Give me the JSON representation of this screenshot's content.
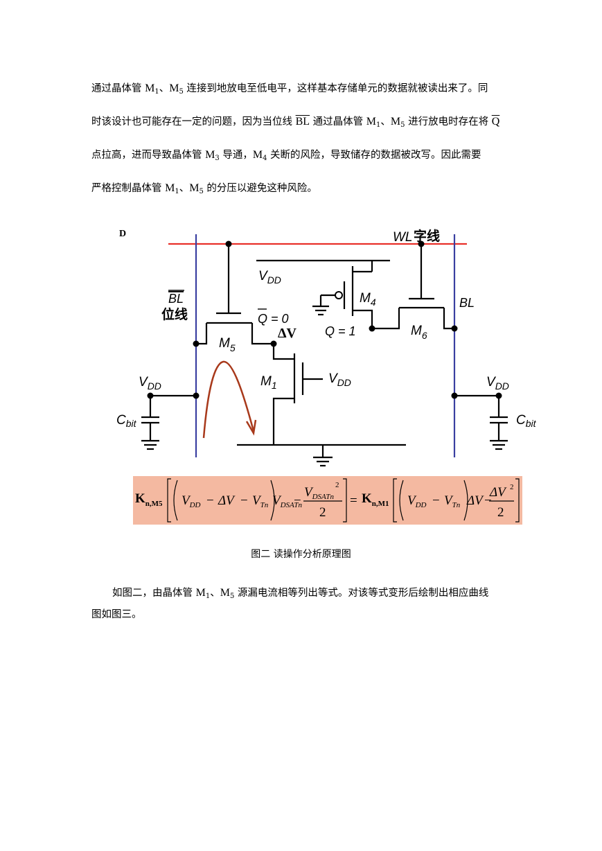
{
  "paragraph1": {
    "line1": [
      "通过晶体管 ",
      "M",
      "1",
      "、",
      "M",
      "5",
      " 连接到地放电至低电平，这样基本存储单元的数据就被读出来了。同"
    ],
    "line2": [
      "时该设计也可能存在一定的问题，因为当位线 ",
      "BL",
      " 通过晶体管 ",
      "M",
      "1",
      "、",
      "M",
      "5",
      " 进行放电时存在将 ",
      "Q"
    ],
    "line3": [
      "点拉高，进而导致晶体管 ",
      "M",
      "3",
      "  导通，",
      "M",
      "4",
      "  关断的风险，导致储存的数据被改写。因此需要"
    ],
    "line4": [
      "严格控制晶体管 ",
      "M",
      "1",
      "、",
      "M",
      "5",
      " 的分压以避免这种风险。"
    ]
  },
  "figure": {
    "corner_label": "D",
    "wordline": "WL",
    "wordline_cn": "字线",
    "bitline_bar": "BL",
    "bitline_cn": "位线",
    "bitline": "BL",
    "vdd_top": "V",
    "vdd_sub": "DD",
    "m4": "M",
    "m4_sub": "4",
    "m5": "M",
    "m5_sub": "5",
    "m6": "M",
    "m6_sub": "6",
    "m1": "M",
    "m1_sub": "1",
    "qbar": "Q = 0",
    "q": "Q = 1",
    "delta_v": "ΔV",
    "vdd_left": "V",
    "vdd_left_sub": "DD",
    "vdd_right": "V",
    "vdd_right_sub": "DD",
    "vdd_gate": "V",
    "vdd_gate_sub": "DD",
    "cbit_left": "C",
    "cbit_left_sub": "bit",
    "cbit_right": "C",
    "cbit_right_sub": "bit",
    "colors": {
      "wordline": "#e8302a",
      "bitline": "#3a3fa0",
      "arrow": "#a8391b",
      "formula_bg": "#f4b9a1"
    }
  },
  "formula": {
    "k_left": "K",
    "k_left_sub": "n,M5",
    "k_right": "K",
    "k_right_sub": "n,M1",
    "lhs_v1": "V",
    "lhs_v1_sub": "DD",
    "lhs_minus1": "−",
    "lhs_dv": "ΔV",
    "lhs_minus2": "−",
    "lhs_v2": "V",
    "lhs_v2_sub": "Tn",
    "lhs_v3": "V",
    "lhs_v3_sub": "DSATn",
    "lhs_minus3": "−",
    "frac_num": "V",
    "frac_num_sub": "DSATn",
    "frac_num_sup": "2",
    "frac_den": "2",
    "equals": "=",
    "rhs_v1": "V",
    "rhs_v1_sub": "DD",
    "rhs_minus1": "−",
    "rhs_v2": "V",
    "rhs_v2_sub": "Tn",
    "rhs_dv": "ΔV",
    "rhs_minus2": "−",
    "rhs_frac_num": "ΔV",
    "rhs_frac_num_sup": "2",
    "rhs_frac_den": "2"
  },
  "caption": "图二  读操作分析原理图",
  "paragraph2": {
    "line1": [
      "如图二，由晶体管 ",
      "M",
      "1",
      "、",
      "M",
      "5",
      " 源漏电流相等列出等式。对该等式变形后绘制出相应曲线"
    ],
    "line2": [
      "图如图三。"
    ]
  }
}
